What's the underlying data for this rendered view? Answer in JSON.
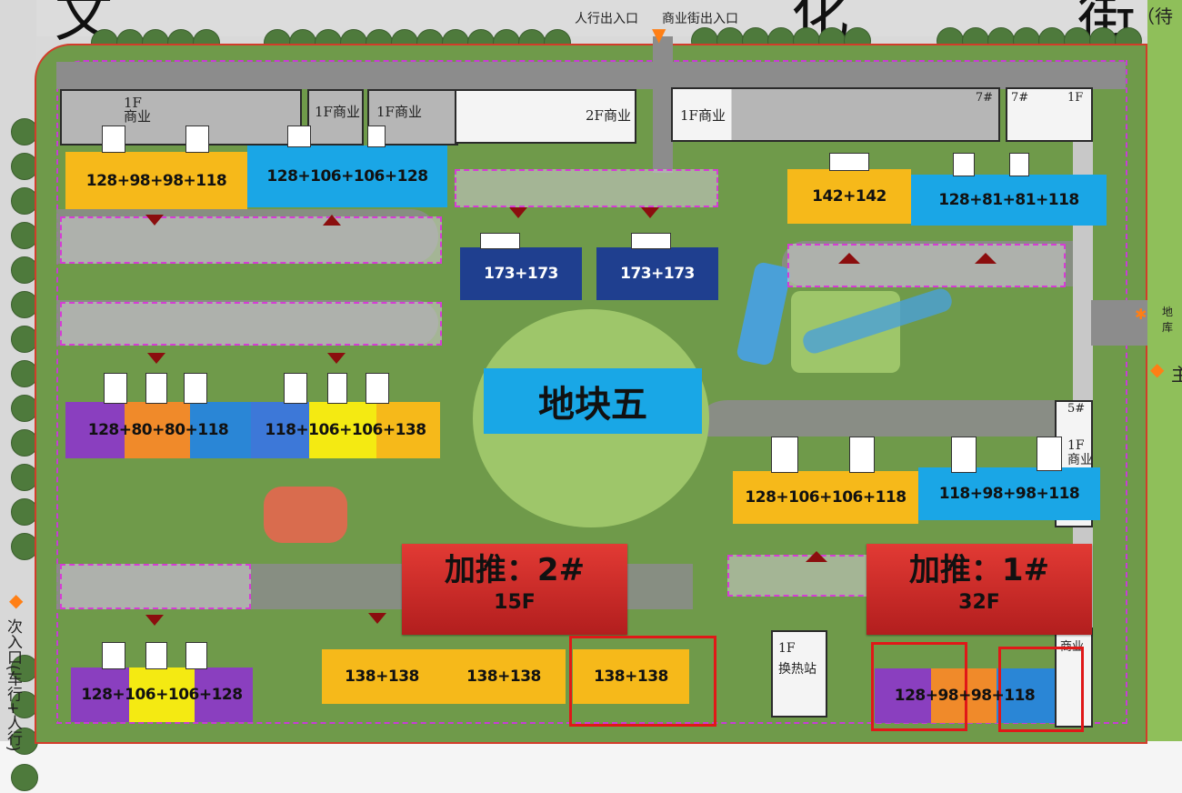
{
  "plot": {
    "name": "地块五",
    "color": "#19a7e6"
  },
  "street": {
    "chars": [
      "文",
      "化",
      "街"
    ],
    "suffix": "（待"
  },
  "entrances": {
    "top_pedestrian": "人行出入口",
    "top_commercial": "商业街出入口",
    "left_secondary": "次入口(车行+人行)",
    "right_main_partial": "地库",
    "right_main_char": "主"
  },
  "commercial": [
    {
      "label": "1F\n商业"
    },
    {
      "label": "1F商业"
    },
    {
      "label": "1F商业"
    },
    {
      "label": "2F商业"
    },
    {
      "label": "1F商业"
    },
    {
      "label": "7#"
    },
    {
      "label": "7#"
    },
    {
      "label": "1F"
    },
    {
      "label": "5#"
    },
    {
      "label": "1F\n商业"
    },
    {
      "label": "商业"
    }
  ],
  "facility": {
    "floors": "1F",
    "name": "换热站"
  },
  "buildings": [
    {
      "id": "row1-a",
      "label": "128+98+98+118",
      "colors": [
        "#f6b91a"
      ]
    },
    {
      "id": "row1-b",
      "label": "128+106+106+128",
      "colors": [
        "#1aa6e6"
      ]
    },
    {
      "id": "row1-c",
      "label": "142+142",
      "colors": [
        "#f6b91a"
      ]
    },
    {
      "id": "row1-d",
      "label": "128+81+81+118",
      "colors": [
        "#1aa6e6"
      ]
    },
    {
      "id": "center-a",
      "label": "173+173",
      "colors": [
        "#1f3f8f"
      ]
    },
    {
      "id": "center-b",
      "label": "173+173",
      "colors": [
        "#1f3f8f"
      ]
    },
    {
      "id": "row2-a",
      "label": "128+80+80+118",
      "colors": [
        "#8a3fbf",
        "#f08a2a",
        "#f08a2a",
        "#2a86d6"
      ]
    },
    {
      "id": "row2-b",
      "label": "118+106+106+138",
      "colors": [
        "#3d78d8",
        "#f4ea12",
        "#f4ea12",
        "#f6b91a"
      ]
    },
    {
      "id": "row3-a",
      "label": "128+106+106+118",
      "colors": [
        "#f6b91a"
      ]
    },
    {
      "id": "row3-b",
      "label": "118+98+98+118",
      "colors": [
        "#1aa6e6"
      ]
    },
    {
      "id": "row4-a",
      "label": "128+106+106+128",
      "colors": [
        "#8a3fbf",
        "#f4ea12",
        "#f4ea12",
        "#8a3fbf"
      ]
    },
    {
      "id": "row4-b",
      "label": "138+138",
      "colors": [
        "#f6b91a"
      ]
    },
    {
      "id": "row4-c",
      "label": "138+138",
      "colors": [
        "#f6b91a"
      ]
    },
    {
      "id": "row4-d",
      "label": "138+138",
      "colors": [
        "#f6b91a"
      ]
    },
    {
      "id": "row4-e",
      "label": "128+98+98+118",
      "colors": [
        "#8a3fbf",
        "#f08a2a",
        "#f08a2a",
        "#2a86d6"
      ]
    }
  ],
  "promotions": [
    {
      "title": "加推：2#",
      "floors": "15F"
    },
    {
      "title": "加推：1#",
      "floors": "32F"
    }
  ],
  "colors": {
    "promo_red": "#d22a2a",
    "site_boundary": "#d23c2a",
    "garage_dash": "#c83cd6",
    "ramp_marker": "#8b0e0e"
  }
}
